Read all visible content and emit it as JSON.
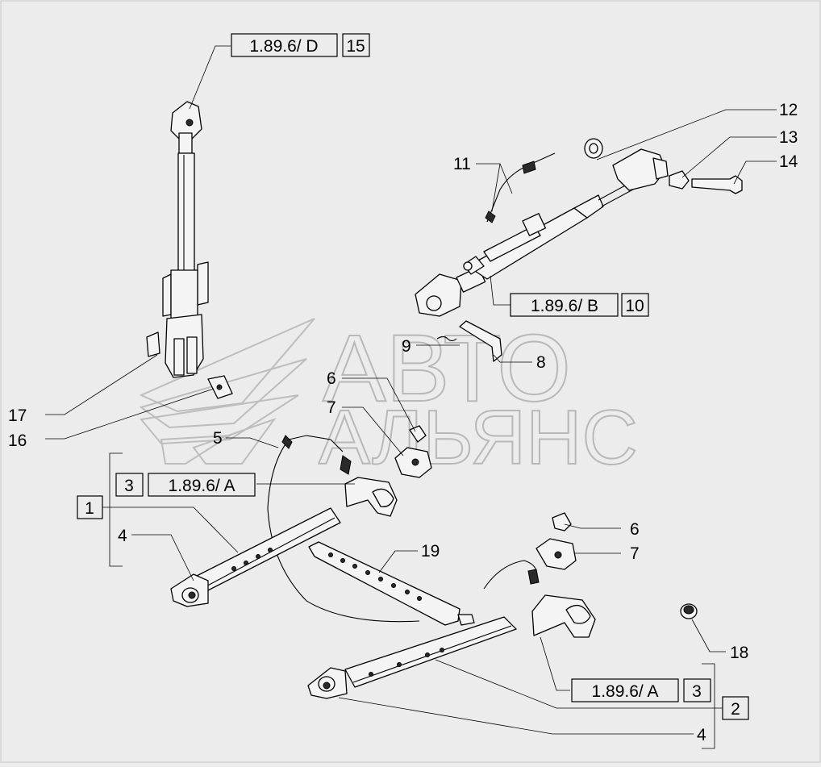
{
  "watermark": {
    "line1": "АВТО",
    "line2": "АЛЬЯНС"
  },
  "references": {
    "r15": {
      "code": "1.89.6/ D",
      "qty": "15"
    },
    "r10": {
      "code": "1.89.6/ B",
      "qty": "10"
    },
    "r3a": {
      "qty": "3",
      "code": "1.89.6/ A"
    },
    "r3b": {
      "code": "1.89.6/ A",
      "qty": "3"
    }
  },
  "callouts": {
    "c1": "1",
    "c2": "2",
    "c4a": "4",
    "c4b": "4",
    "c5": "5",
    "c6a": "6",
    "c6b": "6",
    "c7a": "7",
    "c7b": "7",
    "c8": "8",
    "c9": "9",
    "c11": "11",
    "c12": "12",
    "c13": "13",
    "c14": "14",
    "c16": "16",
    "c17": "17",
    "c18": "18",
    "c19": "19"
  }
}
